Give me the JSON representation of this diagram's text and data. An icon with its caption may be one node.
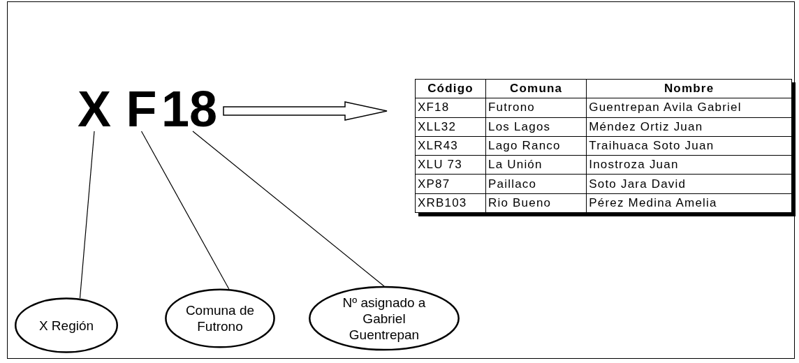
{
  "diagram": {
    "nodes": [
      {
        "text": [
          "X"
        ]
      },
      {
        "text": [
          "F"
        ]
      },
      {
        "text": [
          "18"
        ]
      },
      {
        "text": [],
        "shape": "box"
      },
      {
        "text": [
          "X Región"
        ]
      },
      {
        "text": [
          "Comuna de Futrono"
        ]
      },
      {
        "text": [
          "Nº asignado a Gabriel Guentrepan"
        ]
      }
    ],
    "edges": [
      {
        "from": 2,
        "to": 3,
        "arrow": "to",
        "style": "thick"
      },
      {
        "from": 0,
        "to": 4,
        "arrow": "none"
      },
      {
        "from": 1,
        "to": 5,
        "arrow": "none"
      },
      {
        "from": 2,
        "to": 6,
        "arrow": "none"
      }
    ],
    "labels": [
      "Código",
      "Comuna",
      "Nombre",
      "XF18",
      "Futrono",
      "Guentrepan Avila Gabriel",
      "XLL32",
      "Los Lagos",
      "Méndez Ortiz Juan",
      "XLR43",
      "Lago Ranco",
      "Traihuaca Soto Juan",
      "XLU 73",
      "La Unión",
      "Inostroza Juan",
      "XP87",
      "Paillaco",
      "Soto Jara David",
      "XRB103",
      "Rio Bueno",
      "Pérez Medina Amelia"
    ]
  }
}
